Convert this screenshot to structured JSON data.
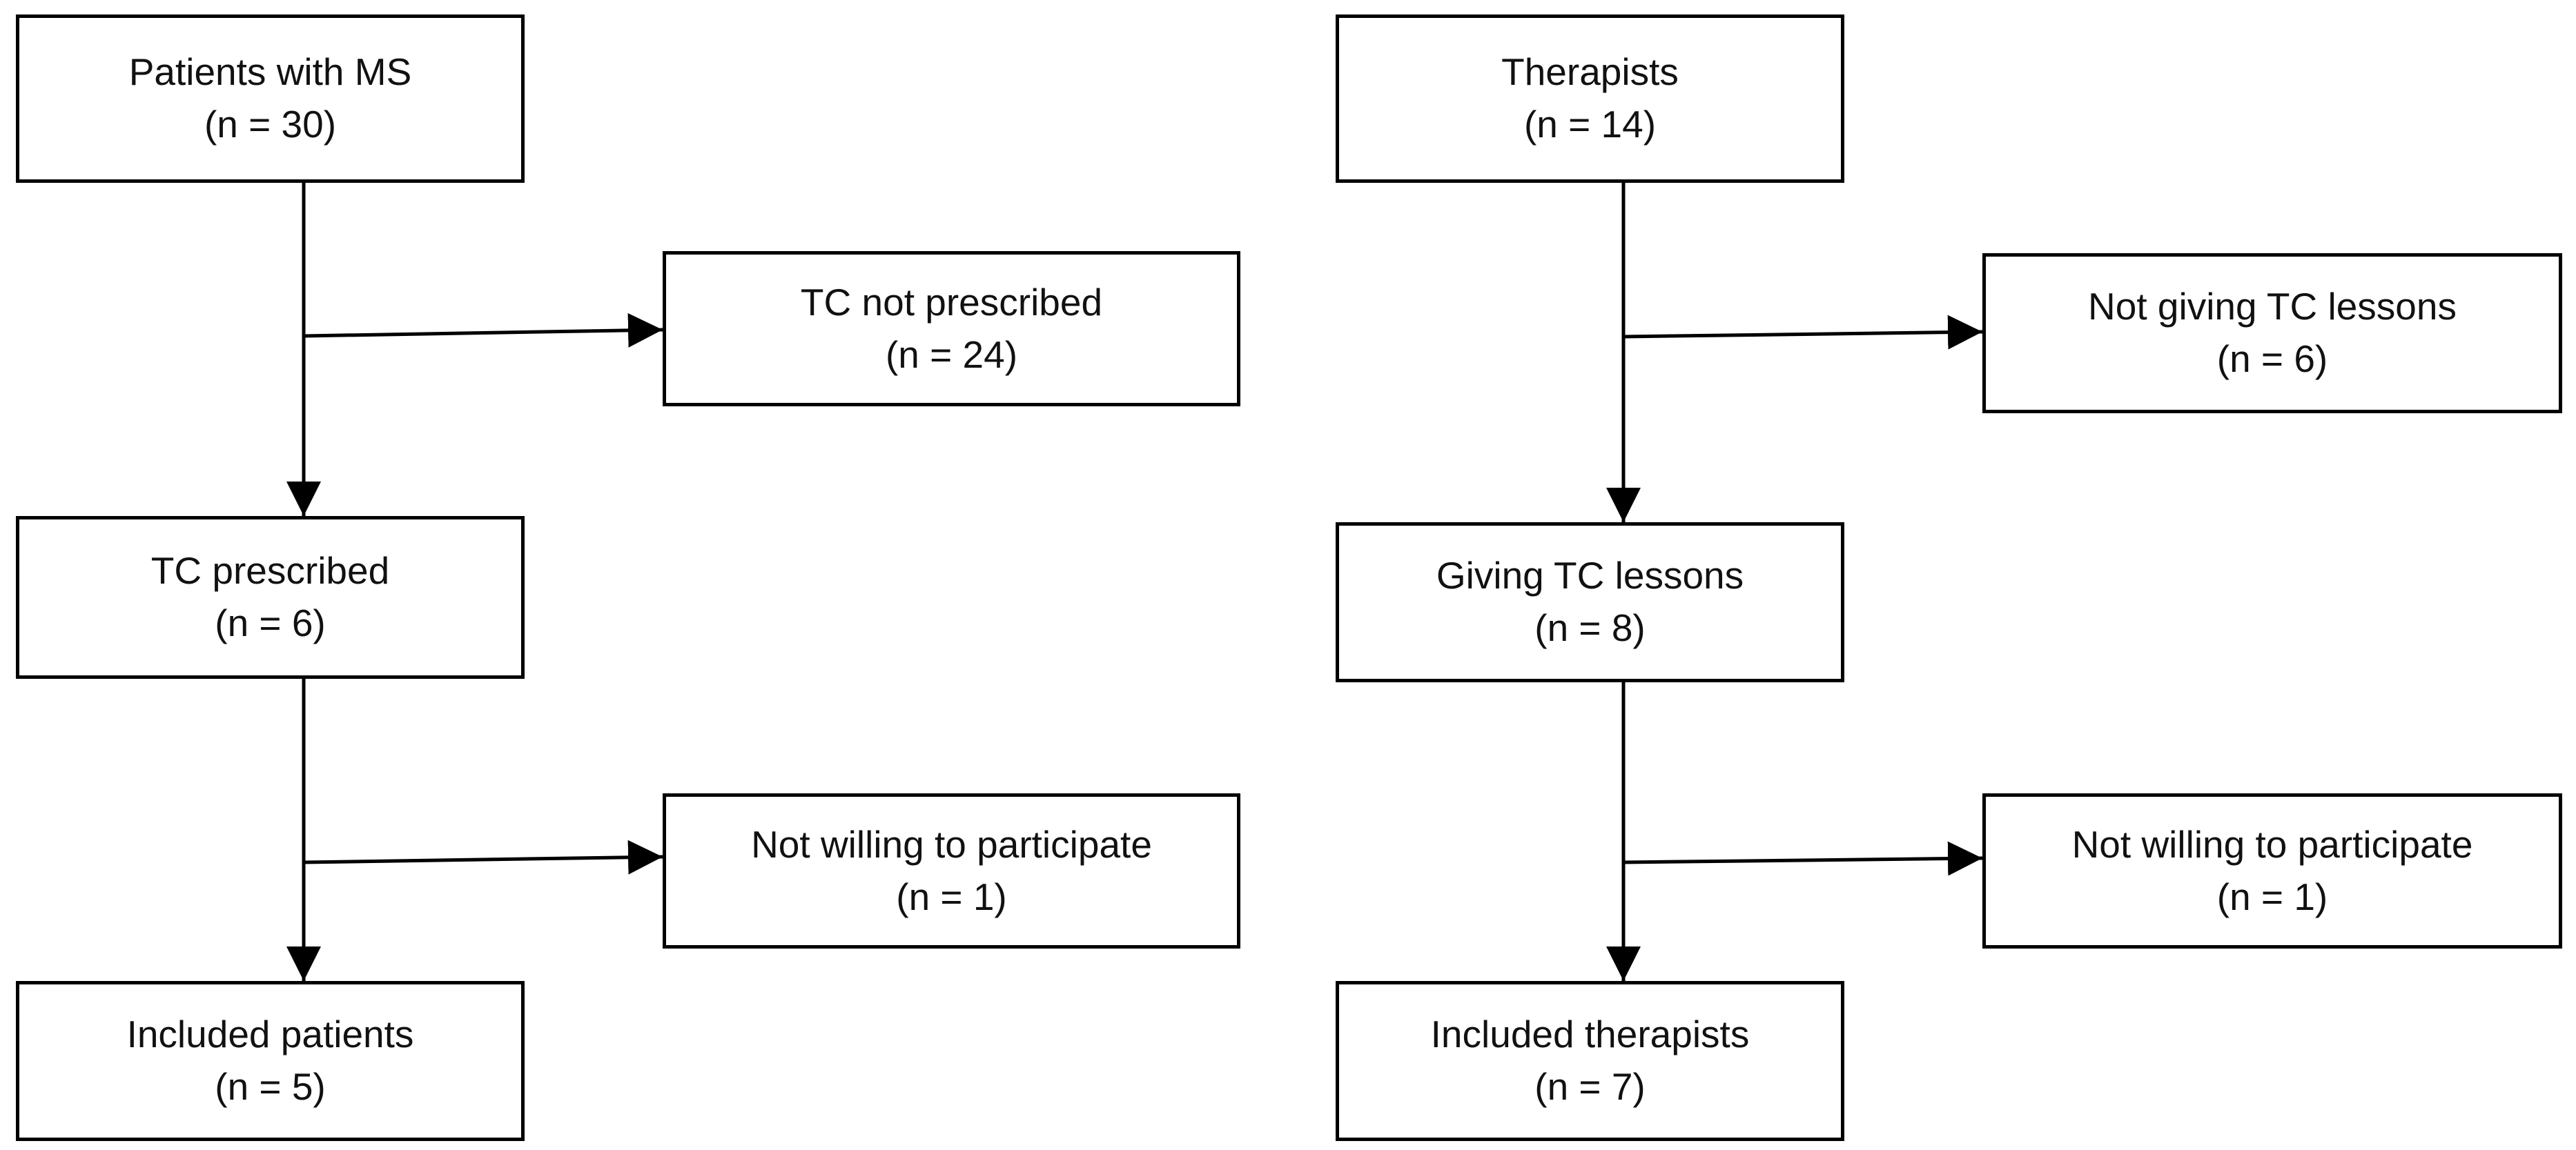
{
  "patients": {
    "start": {
      "label": "Patients with MS",
      "count": "(n = 30)"
    },
    "excluded1": {
      "label": "TC not prescribed",
      "count": "(n = 24)"
    },
    "middle": {
      "label": "TC prescribed",
      "count": "(n = 6)"
    },
    "excluded2": {
      "label": "Not willing to participate",
      "count": "(n = 1)"
    },
    "final": {
      "label": "Included patients",
      "count": "(n = 5)"
    }
  },
  "therapists": {
    "start": {
      "label": "Therapists",
      "count": "(n = 14)"
    },
    "excluded1": {
      "label": "Not giving TC lessons",
      "count": "(n = 6)"
    },
    "middle": {
      "label": "Giving TC lessons",
      "count": "(n = 8)"
    },
    "excluded2": {
      "label": "Not willing to participate",
      "count": "(n = 1)"
    },
    "final": {
      "label": "Included therapists",
      "count": "(n = 7)"
    }
  },
  "colors": {
    "line": "#000000",
    "box_fill": "#ffffff",
    "text": "#111111"
  }
}
